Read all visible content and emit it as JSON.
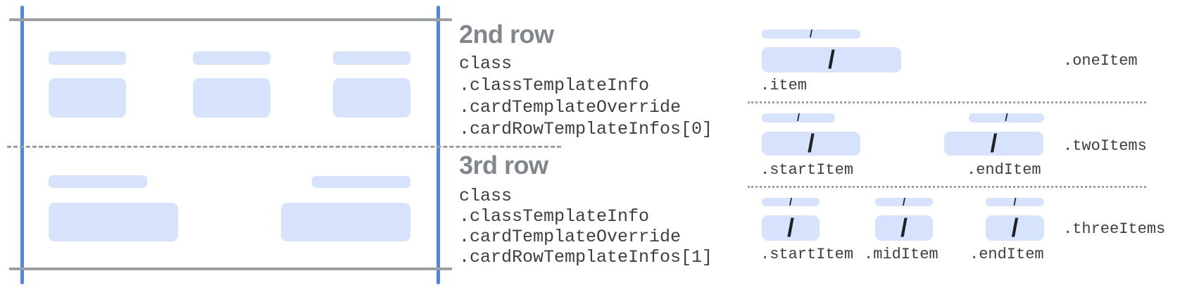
{
  "glyphs": {
    "slash": "/"
  },
  "colors": {
    "accent_blue": "#4e85ec",
    "placeholder_blue": "#d7e3fc",
    "line_gray": "#9aa0a6",
    "heading_gray": "#80868b",
    "code_text": "#3c4043",
    "slash_dark": "#202124"
  },
  "annotations": [
    {
      "title": "2nd row",
      "lines": [
        "class",
        ".classTemplateInfo",
        ".cardTemplateOverride",
        ".cardRowTemplateInfos[0]"
      ]
    },
    {
      "title": "3rd row",
      "lines": [
        "class",
        ".classTemplateInfo",
        ".cardTemplateOverride",
        ".cardRowTemplateInfos[1]"
      ]
    }
  ],
  "layouts": [
    {
      "label": ".oneItem",
      "items": [
        {
          "label": ".item"
        }
      ]
    },
    {
      "label": ".twoItems",
      "items": [
        {
          "label": ".startItem"
        },
        {
          "label": ".endItem"
        }
      ]
    },
    {
      "label": ".threeItems",
      "items": [
        {
          "label": ".startItem"
        },
        {
          "label": ".midItem"
        },
        {
          "label": ".endItem"
        }
      ]
    }
  ]
}
